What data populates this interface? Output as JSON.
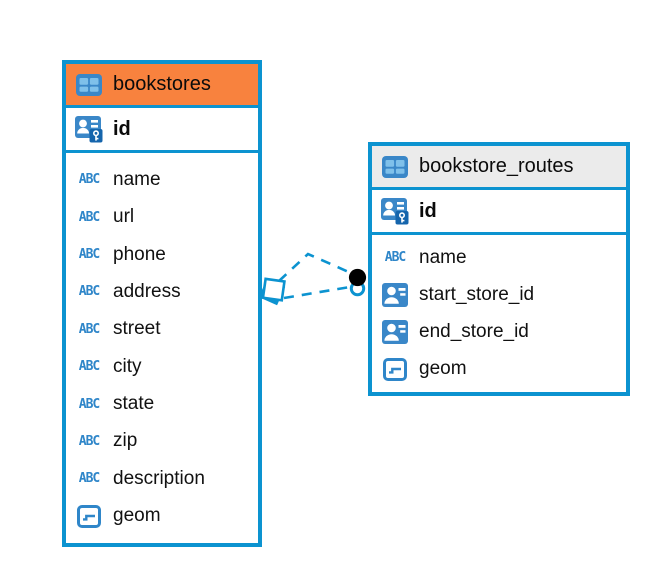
{
  "diagram": {
    "type": "er-diagram",
    "background": "#ffffff"
  },
  "colors": {
    "table_border": "#0c93d0",
    "header_orange": "#f8823e",
    "header_gray": "#ebebeb",
    "icon_blue": "#3a87c8",
    "icon_blue_light": "#7fc0ea",
    "abc_blue": "#2f86c9",
    "key_badge_blue": "#1565ac",
    "connector_blue": "#0c93d0",
    "dot_black": "#000000",
    "text": "#111111"
  },
  "tables": [
    {
      "name": "bookstores",
      "header_style": "orange",
      "header_icon": "table-icon",
      "primary_key": {
        "label": "id",
        "icon": "pk-icon"
      },
      "columns": [
        {
          "label": "name",
          "icon": "text-type-icon"
        },
        {
          "label": "url",
          "icon": "text-type-icon"
        },
        {
          "label": "phone",
          "icon": "text-type-icon"
        },
        {
          "label": "address",
          "icon": "text-type-icon"
        },
        {
          "label": "street",
          "icon": "text-type-icon"
        },
        {
          "label": "city",
          "icon": "text-type-icon"
        },
        {
          "label": "state",
          "icon": "text-type-icon"
        },
        {
          "label": "zip",
          "icon": "text-type-icon"
        },
        {
          "label": "description",
          "icon": "text-type-icon"
        },
        {
          "label": "geom",
          "icon": "geometry-type-icon"
        }
      ]
    },
    {
      "name": "bookstore_routes",
      "header_style": "gray",
      "header_icon": "table-icon",
      "primary_key": {
        "label": "id",
        "icon": "pk-icon"
      },
      "columns": [
        {
          "label": "name",
          "icon": "text-type-icon"
        },
        {
          "label": "start_store_id",
          "icon": "fk-type-icon"
        },
        {
          "label": "end_store_id",
          "icon": "fk-type-icon"
        },
        {
          "label": "geom",
          "icon": "geometry-type-icon"
        }
      ]
    }
  ],
  "relationships": [
    {
      "from": "bookstores",
      "to": "bookstore_routes",
      "line_style": "dashed",
      "source_marker": "diamond",
      "target_marker": "dot"
    },
    {
      "from": "bookstores",
      "to": "bookstore_routes",
      "line_style": "dashed",
      "source_marker": "diamond",
      "target_marker": "dot"
    }
  ]
}
